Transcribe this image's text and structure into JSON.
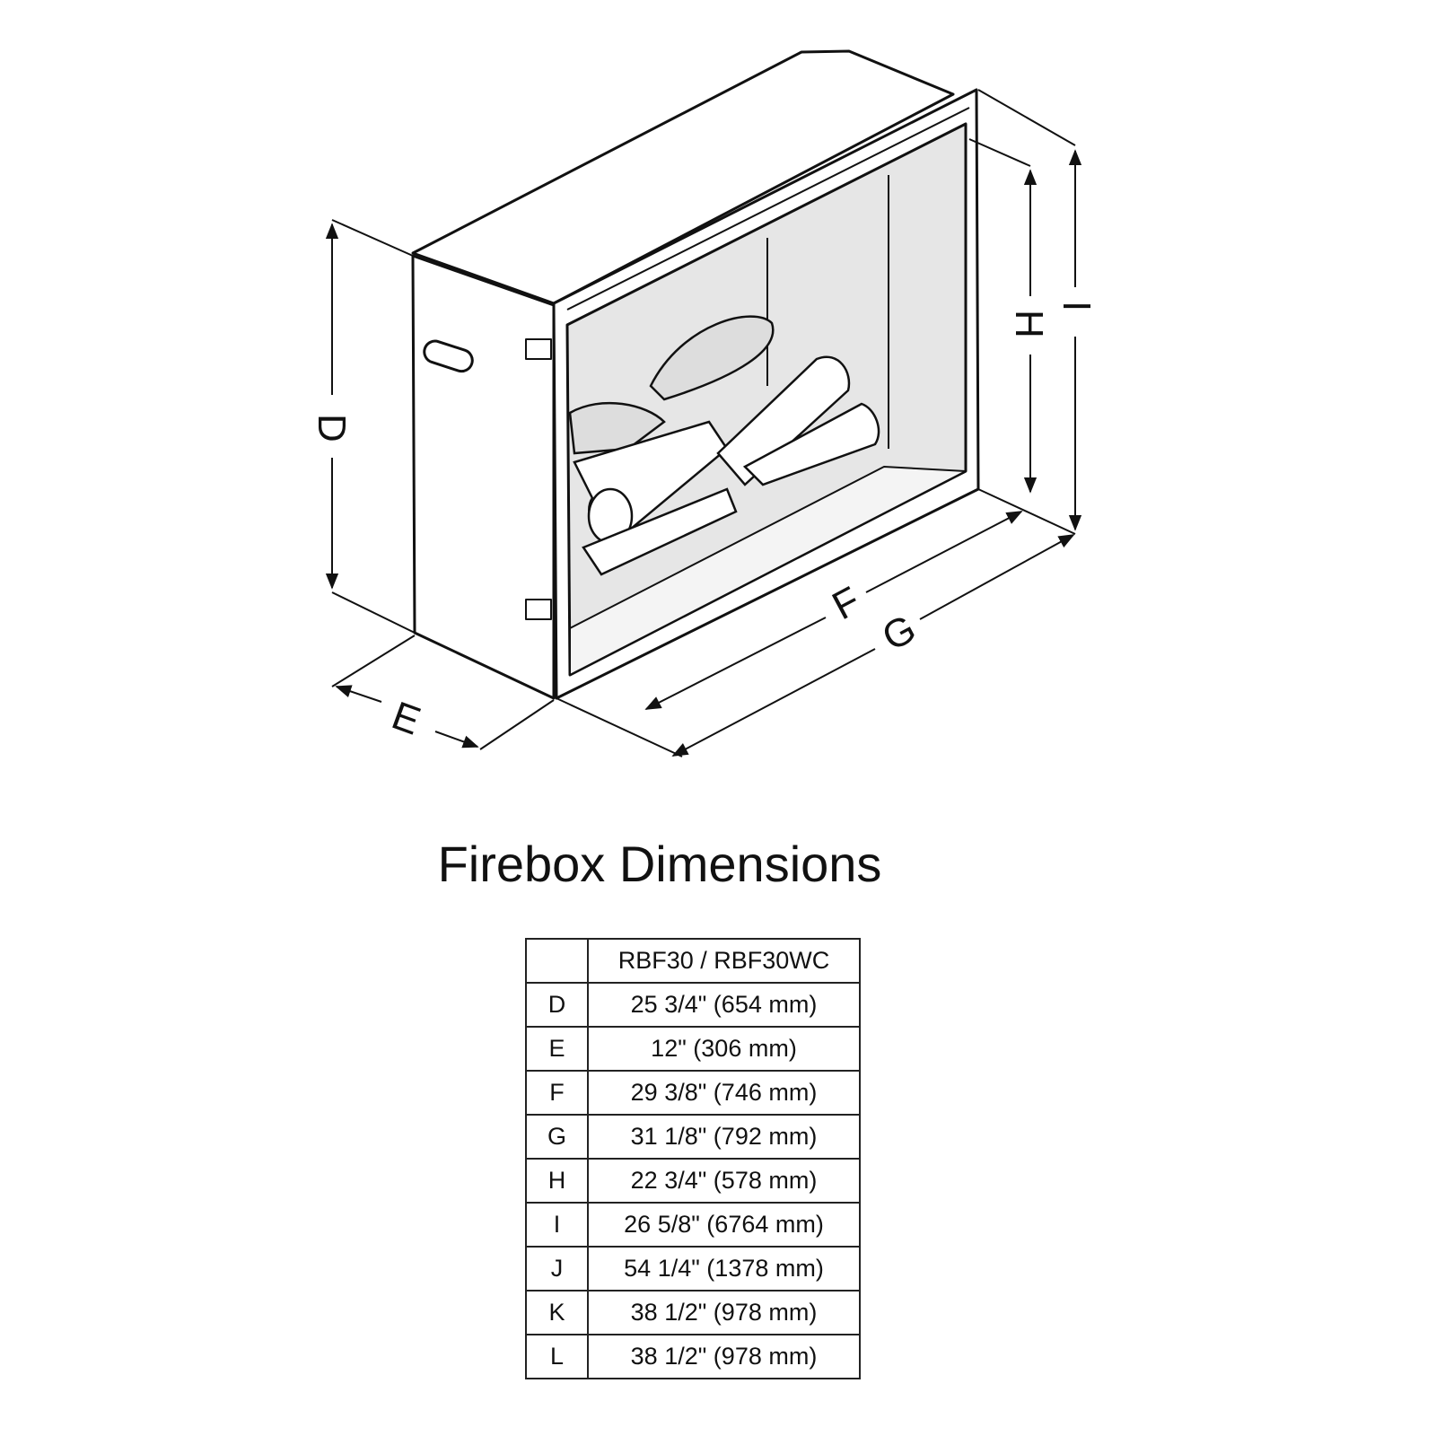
{
  "diagram": {
    "labels": {
      "D": "D",
      "E": "E",
      "F": "F",
      "G": "G",
      "H": "H",
      "I": "I"
    }
  },
  "title": "Firebox Dimensions",
  "table": {
    "header": [
      "",
      "RBF30 / RBF30WC"
    ],
    "rows": [
      {
        "key": "D",
        "value": "25 3/4\"  (654 mm)"
      },
      {
        "key": "E",
        "value": "12\"  (306 mm)"
      },
      {
        "key": "F",
        "value": "29 3/8\"  (746 mm)"
      },
      {
        "key": "G",
        "value": "31 1/8\"  (792 mm)"
      },
      {
        "key": "H",
        "value": "22 3/4\"  (578 mm)"
      },
      {
        "key": "I",
        "value": "26 5/8\"  (6764 mm)"
      },
      {
        "key": "J",
        "value": "54 1/4\"  (1378 mm)"
      },
      {
        "key": "K",
        "value": "38 1/2\"  (978 mm)"
      },
      {
        "key": "L",
        "value": "38 1/2\"  (978 mm)"
      }
    ]
  }
}
